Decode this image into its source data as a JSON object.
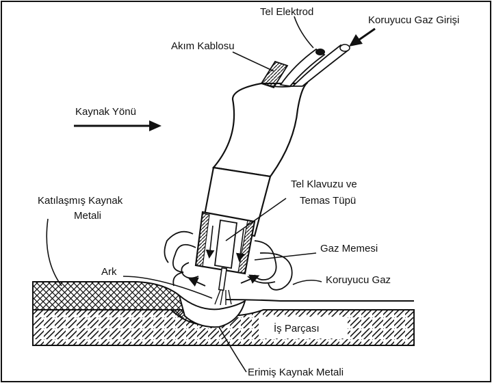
{
  "labels": {
    "tel_elektrod": "Tel Elektrod",
    "koruyucu_gaz_girisi": "Koruyucu Gaz Girişi",
    "akim_kablosu": "Akım Kablosu",
    "kaynak_yonu": "Kaynak Yönü",
    "katilasmis_line1": "Katılaşmış Kaynak",
    "katilasmis_line2": "Metali",
    "tel_klavuzu_line1": "Tel Klavuzu ve",
    "tel_klavuzu_line2": "Temas Tüpü",
    "gaz_memesi": "Gaz Memesi",
    "ark": "Ark",
    "koruyucu_gaz": "Koruyucu Gaz",
    "is_parcasi": "İş Parçası",
    "erimis_kaynak_metali": "Erimiş Kaynak Metali"
  }
}
